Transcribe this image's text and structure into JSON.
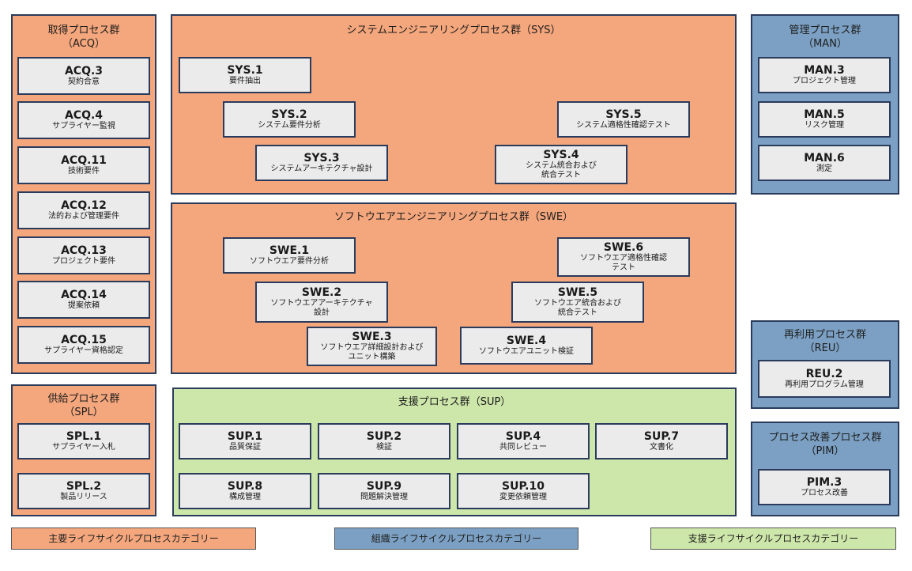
{
  "groups": {
    "acq": {
      "title": "取得プロセス群",
      "subtitle": "（ACQ）"
    },
    "sys": {
      "title": "システムエンジニアリングプロセス群（SYS）"
    },
    "man": {
      "title": "管理プロセス群",
      "subtitle": "（MAN）"
    },
    "swe": {
      "title": "ソフトウエアエンジニアリングプロセス群（SWE）"
    },
    "reu": {
      "title": "再利用プロセス群",
      "subtitle": "（REU）"
    },
    "spl": {
      "title": "供給プロセス群",
      "subtitle": "（SPL）"
    },
    "sup": {
      "title": "支援プロセス群（SUP）"
    },
    "pim": {
      "title": "プロセス改善プロセス群",
      "subtitle": "（PIM）"
    }
  },
  "processes": {
    "acq3": {
      "code": "ACQ.3",
      "name": "契約合意"
    },
    "acq4": {
      "code": "ACQ.4",
      "name": "サプライヤー監視"
    },
    "acq11": {
      "code": "ACQ.11",
      "name": "技術要件"
    },
    "acq12": {
      "code": "ACQ.12",
      "name": "法的および管理要件"
    },
    "acq13": {
      "code": "ACQ.13",
      "name": "プロジェクト要件"
    },
    "acq14": {
      "code": "ACQ.14",
      "name": "提案依頼"
    },
    "acq15": {
      "code": "ACQ.15",
      "name": "サプライヤー資格認定"
    },
    "sys1": {
      "code": "SYS.1",
      "name": "要件抽出"
    },
    "sys2": {
      "code": "SYS.2",
      "name": "システム要件分析"
    },
    "sys3": {
      "code": "SYS.3",
      "name": "システムアーキテクチャ設計"
    },
    "sys4": {
      "code": "SYS.4",
      "name": "システム統合および",
      "name2": "統合テスト"
    },
    "sys5": {
      "code": "SYS.5",
      "name": "システム適格性確認テスト"
    },
    "man3": {
      "code": "MAN.3",
      "name": "プロジェクト管理"
    },
    "man5": {
      "code": "MAN.5",
      "name": "リスク管理"
    },
    "man6": {
      "code": "MAN.6",
      "name": "測定"
    },
    "swe1": {
      "code": "SWE.1",
      "name": "ソフトウエア要件分析"
    },
    "swe2": {
      "code": "SWE.2",
      "name": "ソフトウエアアーキテクチャ",
      "name2": "設計"
    },
    "swe3": {
      "code": "SWE.3",
      "name": "ソフトウエア詳細設計および",
      "name2": "ユニット構築"
    },
    "swe4": {
      "code": "SWE.4",
      "name": "ソフトウエアユニット検証"
    },
    "swe5": {
      "code": "SWE.5",
      "name": "ソフトウエア統合および",
      "name2": "統合テスト"
    },
    "swe6": {
      "code": "SWE.6",
      "name": "ソフトウエア適格性確認",
      "name2": "テスト"
    },
    "reu2": {
      "code": "REU.2",
      "name": "再利用プログラム管理"
    },
    "spl1": {
      "code": "SPL.1",
      "name": "サプライヤー入札"
    },
    "spl2": {
      "code": "SPL.2",
      "name": "製品リリース"
    },
    "sup1": {
      "code": "SUP.1",
      "name": "品質保証"
    },
    "sup2": {
      "code": "SUP.2",
      "name": "検証"
    },
    "sup4": {
      "code": "SUP.4",
      "name": "共同レビュー"
    },
    "sup7": {
      "code": "SUP.7",
      "name": "文書化"
    },
    "sup8": {
      "code": "SUP.8",
      "name": "構成管理"
    },
    "sup9": {
      "code": "SUP.9",
      "name": "問題解決管理"
    },
    "sup10": {
      "code": "SUP.10",
      "name": "変更依頼管理"
    },
    "pim3": {
      "code": "PIM.3",
      "name": "プロセス改善"
    }
  },
  "legend": {
    "primary": "主要ライフサイクルプロセスカテゴリー",
    "organizational": "組織ライフサイクルプロセスカテゴリー",
    "supporting": "支援ライフサイクルプロセスカテゴリー"
  },
  "colors": {
    "primary": "#f4a67c",
    "organizational": "#7ba0c3",
    "supporting": "#cde6a9",
    "process_box": "#ebebeb",
    "border": "#2a3b5c"
  }
}
